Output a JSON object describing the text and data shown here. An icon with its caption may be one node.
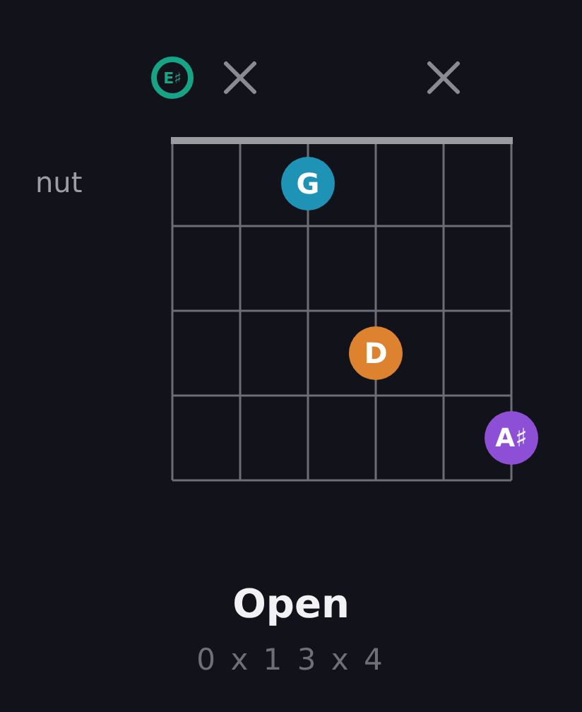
{
  "diagram": {
    "title": "Open",
    "caption": "0 x 1 3 x 4",
    "nodes": [
      {
        "text": [
          "E♯"
        ]
      },
      {
        "text": [
          "G"
        ]
      },
      {
        "text": [
          "D"
        ]
      },
      {
        "text": [
          "A♯"
        ]
      }
    ],
    "labels": [
      "nut"
    ]
  }
}
